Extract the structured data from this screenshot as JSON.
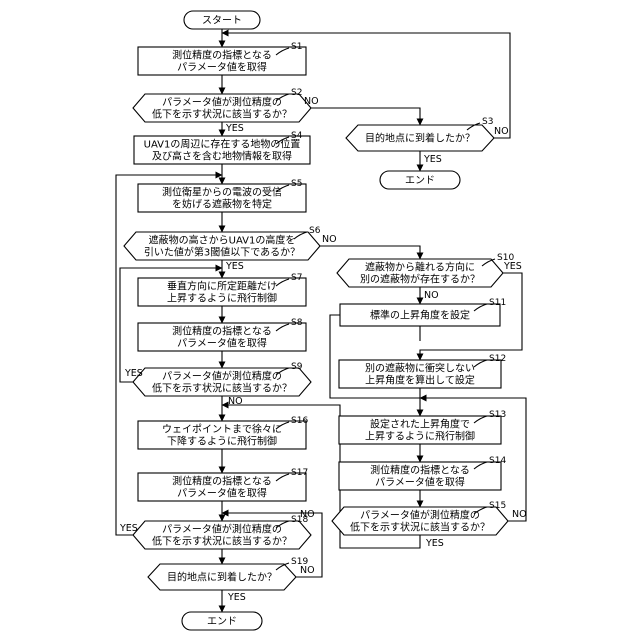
{
  "nodes": {
    "start": {
      "type": "terminal",
      "lines": [
        "スタート"
      ]
    },
    "s1": {
      "type": "process",
      "label": "S1",
      "lines": [
        "測位精度の指標となる",
        "パラメータ値を取得"
      ]
    },
    "s2": {
      "type": "decision",
      "label": "S2",
      "lines": [
        "パラメータ値が測位精度の",
        "低下を示す状況に該当するか？"
      ]
    },
    "s3": {
      "type": "decision",
      "label": "S3",
      "lines": [
        "目的地点に到着したか？"
      ]
    },
    "end1": {
      "type": "terminal",
      "lines": [
        "エンド"
      ]
    },
    "s4": {
      "type": "process",
      "label": "S4",
      "lines": [
        "UAV1の周辺に存在する地物の位置",
        "及び高さを含む地物情報を取得"
      ]
    },
    "s5": {
      "type": "process",
      "label": "S5",
      "lines": [
        "測位衛星からの電波の受信",
        "を妨げる遮蔽物を特定"
      ]
    },
    "s6": {
      "type": "decision",
      "label": "S6",
      "lines": [
        "遮蔽物の高さからUAV1の高度を",
        "引いた値が第3閾値以下であるか？"
      ]
    },
    "s7": {
      "type": "process",
      "label": "S7",
      "lines": [
        "垂直方向に所定距離だけ",
        "上昇するように飛行制御"
      ]
    },
    "s8": {
      "type": "process",
      "label": "S8",
      "lines": [
        "測位精度の指標となる",
        "パラメータ値を取得"
      ]
    },
    "s9": {
      "type": "decision",
      "label": "S9",
      "lines": [
        "パラメータ値が測位精度の",
        "低下を示す状況に該当するか？"
      ]
    },
    "s10": {
      "type": "decision",
      "label": "S10",
      "lines": [
        "遮蔽物から離れる方向に",
        "別の遮蔽物が存在するか？"
      ]
    },
    "s11": {
      "type": "process",
      "label": "S11",
      "lines": [
        "標準の上昇角度を設定"
      ]
    },
    "s12": {
      "type": "process",
      "label": "S12",
      "lines": [
        "別の遮蔽物に衝突しない",
        "上昇角度を算出して設定"
      ]
    },
    "s13": {
      "type": "process",
      "label": "S13",
      "lines": [
        "設定された上昇角度で",
        "上昇するように飛行制御"
      ]
    },
    "s14": {
      "type": "process",
      "label": "S14",
      "lines": [
        "測位精度の指標となる",
        "パラメータ値を取得"
      ]
    },
    "s15": {
      "type": "decision",
      "label": "S15",
      "lines": [
        "パラメータ値が測位精度の",
        "低下を示す状況に該当するか？"
      ]
    },
    "s16": {
      "type": "process",
      "label": "S16",
      "lines": [
        "ウェイポイントまで徐々に",
        "下降するように飛行制御"
      ]
    },
    "s17": {
      "type": "process",
      "label": "S17",
      "lines": [
        "測位精度の指標となる",
        "パラメータ値を取得"
      ]
    },
    "s18": {
      "type": "decision",
      "label": "S18",
      "lines": [
        "パラメータ値が測位精度の",
        "低下を示す状況に該当するか？"
      ]
    },
    "s19": {
      "type": "decision",
      "label": "S19",
      "lines": [
        "目的地点に到着したか？"
      ]
    },
    "end2": {
      "type": "terminal",
      "lines": [
        "エンド"
      ]
    }
  },
  "edge_labels": {
    "s2_yes": "YES",
    "s2_no": "NO",
    "s3_yes": "YES",
    "s3_no": "NO",
    "s6_yes": "YES",
    "s6_no": "NO",
    "s9_yes": "YES",
    "s9_no": "NO",
    "s10_yes": "YES",
    "s10_no": "NO",
    "s15_yes": "YES",
    "s15_no": "NO",
    "s18_yes": "YES",
    "s18_no": "NO",
    "s19_yes": "YES",
    "s19_no": "NO"
  }
}
